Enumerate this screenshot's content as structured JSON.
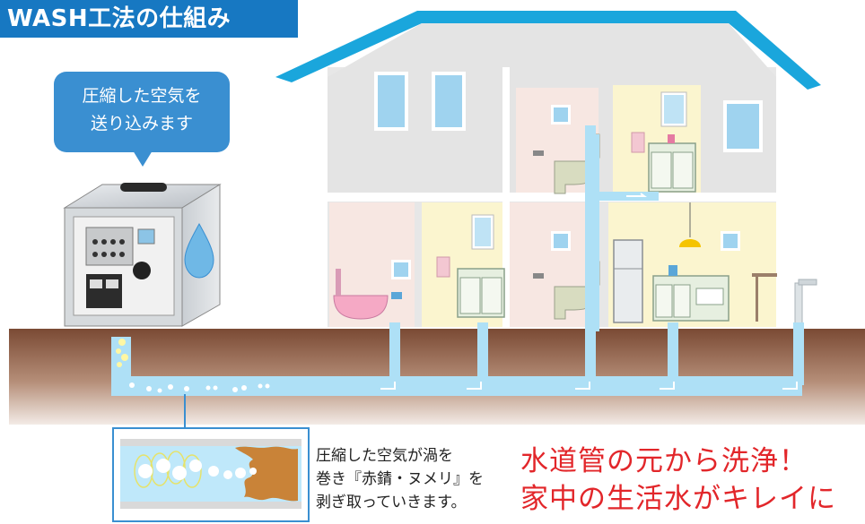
{
  "title": "WASH工法の仕組み",
  "bubble": {
    "line1": "圧縮した空気を",
    "line2": "送り込みます"
  },
  "description": {
    "line1": "圧縮した空気が渦を",
    "line2": "巻き『赤錆・ヌメリ』を",
    "line3": "剥ぎ取っていきます。"
  },
  "slogan": {
    "line1": "水道管の元から洗浄！",
    "line2": "家中の生活水がキレイに"
  },
  "colors": {
    "title_bg": "#1778c2",
    "bubble_bg": "#3a8fd1",
    "roof": "#1aa6dc",
    "ground": "#8a5a44",
    "pipe": "#aee0f6",
    "slogan_text": "#e2262a"
  }
}
